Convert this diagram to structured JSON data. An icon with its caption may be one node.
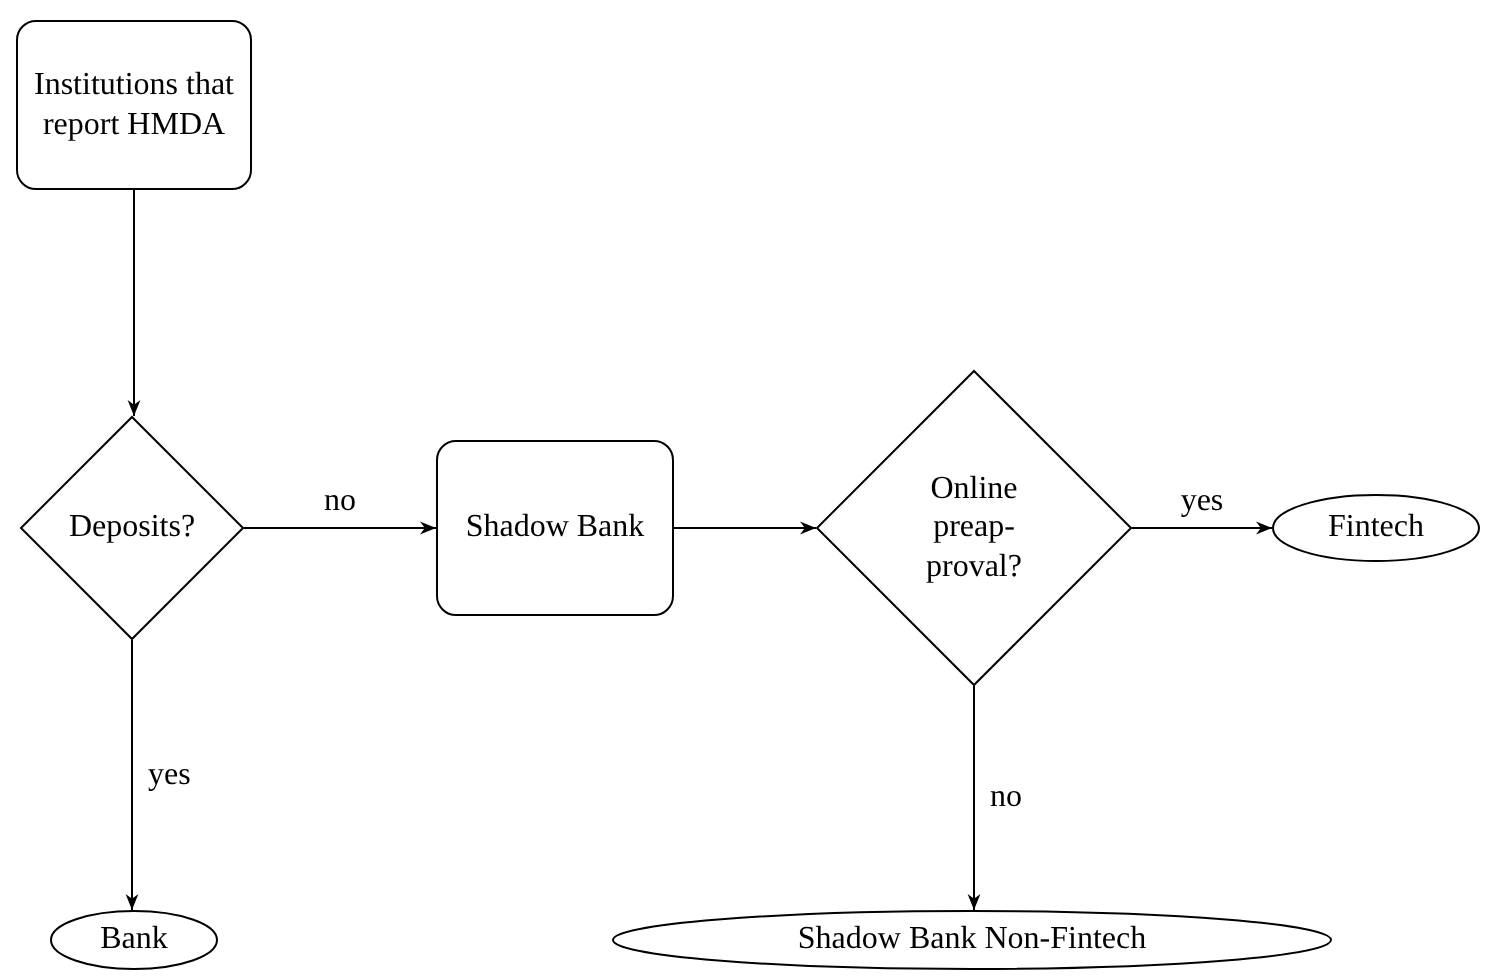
{
  "diagram": {
    "nodes": [
      {
        "text": [
          "Institutions that report HMDA"
        ]
      },
      {
        "text": [
          "Deposits?"
        ]
      },
      {
        "text": [
          "Shadow Bank"
        ]
      },
      {
        "text": [
          "Online preap- proval?"
        ]
      },
      {
        "text": [
          "Fintech"
        ]
      },
      {
        "text": [
          "Bank"
        ]
      },
      {
        "text": [
          "Shadow Bank Non-Fintech"
        ]
      }
    ],
    "edges": [
      {
        "from": 0,
        "to": 1,
        "arrow": "to"
      },
      {
        "from": 1,
        "to": 2,
        "arrow": "to",
        "label": "no"
      },
      {
        "from": 2,
        "to": 3,
        "arrow": "to"
      },
      {
        "from": 3,
        "to": 4,
        "arrow": "to",
        "label": "yes"
      },
      {
        "from": 1,
        "to": 5,
        "arrow": "to",
        "label": "yes"
      },
      {
        "from": 3,
        "to": 6,
        "arrow": "to",
        "label": "no"
      }
    ]
  }
}
